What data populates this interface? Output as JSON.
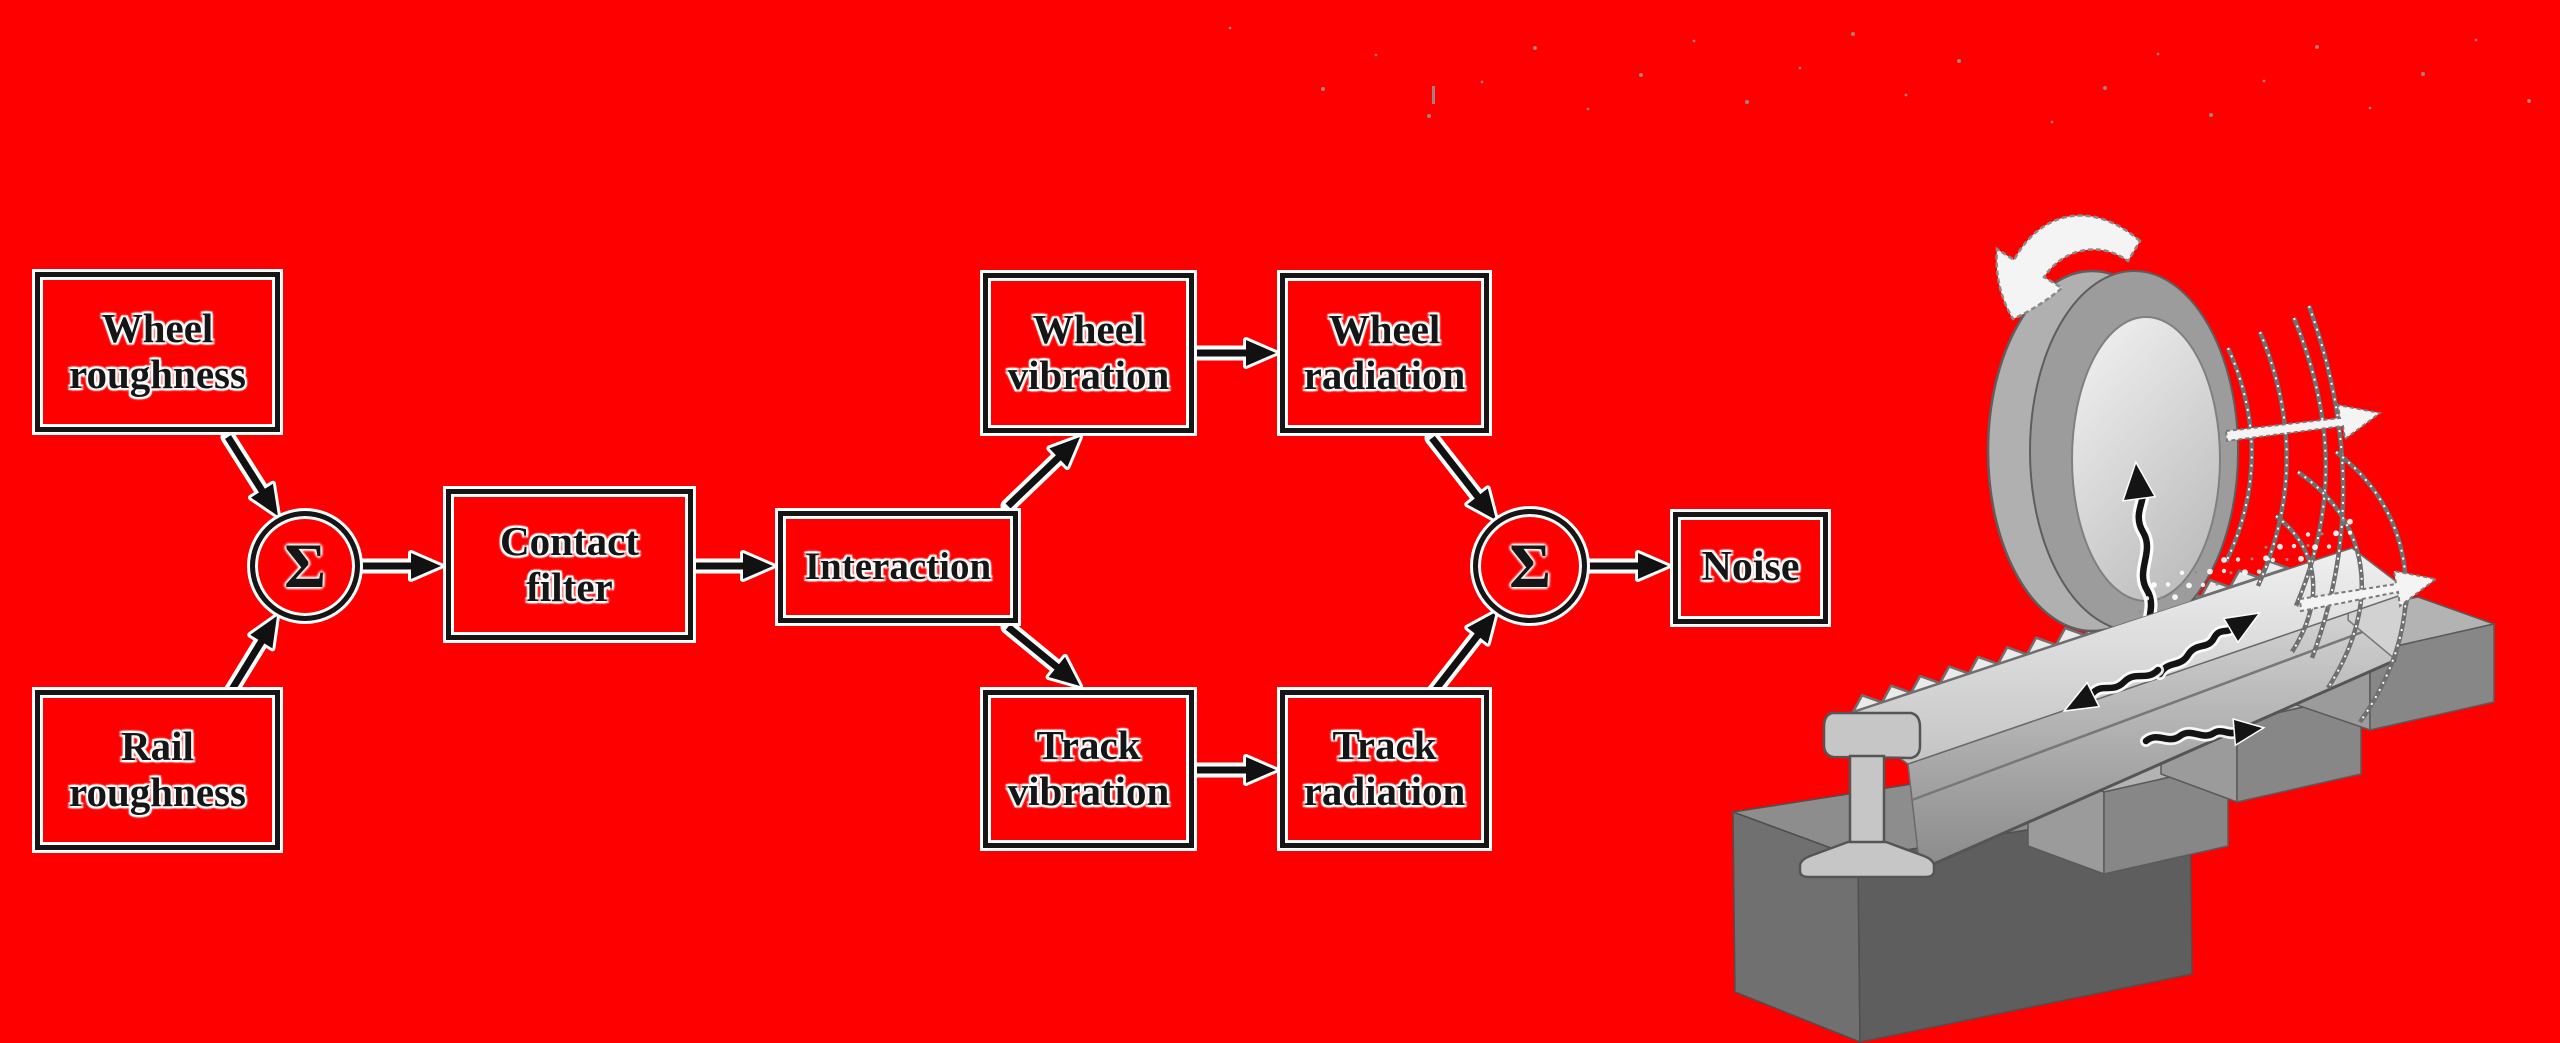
{
  "flowchart": {
    "sigma_symbol": "Σ",
    "nodes": {
      "wheel_roughness": {
        "label": "Wheel roughness"
      },
      "rail_roughness": {
        "label": "Rail roughness"
      },
      "contact_filter": {
        "label": "Contact filter"
      },
      "interaction": {
        "label": "Interaction"
      },
      "wheel_vibration": {
        "label": "Wheel vibration"
      },
      "wheel_radiation": {
        "label": "Wheel radiation"
      },
      "track_vibration": {
        "label": "Track vibration"
      },
      "track_radiation": {
        "label": "Track radiation"
      },
      "noise": {
        "label": "Noise"
      }
    }
  },
  "colors": {
    "background": "#fe0000",
    "node_border": "#161616",
    "halo": "#ffffff",
    "arrow": "#111111",
    "illustration_light": "#d8d8d8",
    "illustration_mid": "#a9a9a9",
    "illustration_dark": "#6e6e6e"
  }
}
